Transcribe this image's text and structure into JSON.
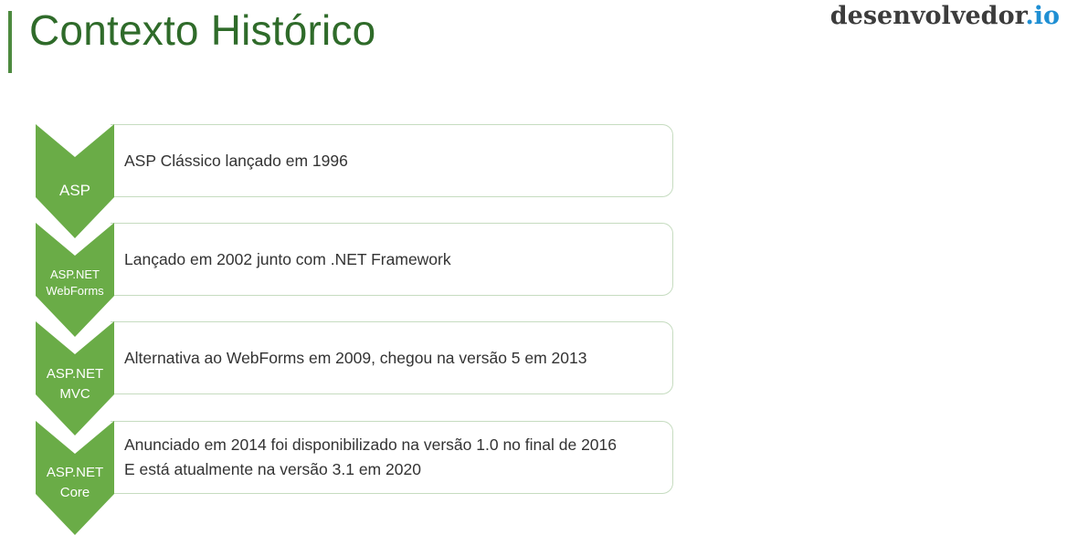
{
  "header": {
    "title": "Contexto Histórico",
    "logo_text": "desenvolvedor",
    "logo_tld": ".io"
  },
  "steps": [
    {
      "label_lines": [
        "ASP"
      ],
      "text_lines": [
        "ASP Clássico lançado em 1996"
      ]
    },
    {
      "label_lines": [
        "ASP.NET",
        "WebForms"
      ],
      "text_lines": [
        "Lançado em 2002 junto com .NET Framework"
      ]
    },
    {
      "label_lines": [
        "ASP.NET",
        "MVC"
      ],
      "text_lines": [
        "Alternativa ao WebForms em 2009, chegou na versão 5 em 2013"
      ]
    },
    {
      "label_lines": [
        "ASP.NET",
        "Core"
      ],
      "text_lines": [
        "Anunciado em 2014 foi disponibilizado na versão 1.0 no final de 2016",
        "E está atualmente na versão 3.1 em 2020"
      ]
    }
  ],
  "colors": {
    "chevron": "#6aac47",
    "chevron_dark": "#5a9a3a",
    "title": "#2f6b2a",
    "logo_accent": "#1f8fd3"
  }
}
